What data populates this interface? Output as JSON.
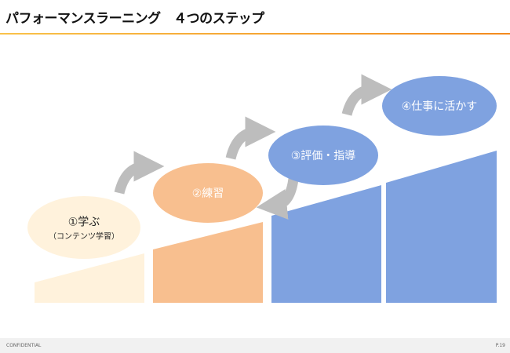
{
  "header": {
    "title": "パフォーマンスラーニング　４つのステップ"
  },
  "steps": [
    {
      "label": "①学ぶ",
      "sub": "（コンテンツ学習）",
      "color": "#FFF2DC",
      "text_color": "#222222"
    },
    {
      "label": "②練習",
      "color": "#F8BF8F",
      "text_color": "#ffffff"
    },
    {
      "label": "③評価・指導",
      "color": "#7FA2E0",
      "text_color": "#ffffff"
    },
    {
      "label": "④仕事に活かす",
      "color": "#7FA2E0",
      "text_color": "#ffffff"
    }
  ],
  "footer": {
    "confidential": "CONFIDENTIAL",
    "page": "P.19"
  }
}
